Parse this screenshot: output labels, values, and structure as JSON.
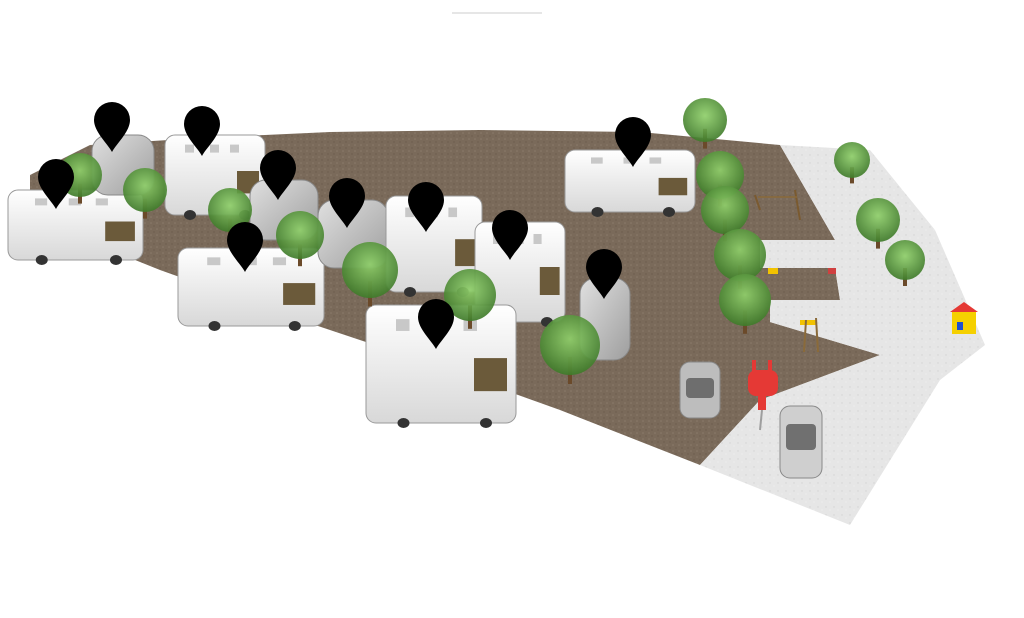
{
  "scene": {
    "description_hidden": "",
    "colors": {
      "gravel": "#7a6a5a",
      "paved": "#e3e3e3",
      "pin": "#000000",
      "rv_body": "#f4f4f4",
      "rv_windshield": "#6b5a3a",
      "caravan": "#c9c9c9",
      "tree": "#6aa84f",
      "tree_dark": "#3f7a2a",
      "charging_plug": "#e53935",
      "car": "#bdbdbd"
    }
  },
  "pitches": [
    {
      "id": 1,
      "vehicle": "motorhome"
    },
    {
      "id": 2,
      "vehicle": "caravan"
    },
    {
      "id": 3,
      "vehicle": "motorhome"
    },
    {
      "id": 4,
      "vehicle": "caravan"
    },
    {
      "id": 5,
      "vehicle": "motorhome"
    },
    {
      "id": 6,
      "vehicle": "caravan"
    },
    {
      "id": 7,
      "vehicle": "motorhome"
    },
    {
      "id": 8,
      "vehicle": "motorhome"
    },
    {
      "id": 9,
      "vehicle": "motorhome"
    },
    {
      "id": 10,
      "vehicle": "caravan"
    },
    {
      "id": 11,
      "vehicle": "motorhome"
    }
  ],
  "icons": {
    "pin": "map-pin-icon",
    "ev_charger": "ev-charging-plug-icon",
    "playground": "playground-icon",
    "kids_house": "play-house-icon"
  }
}
